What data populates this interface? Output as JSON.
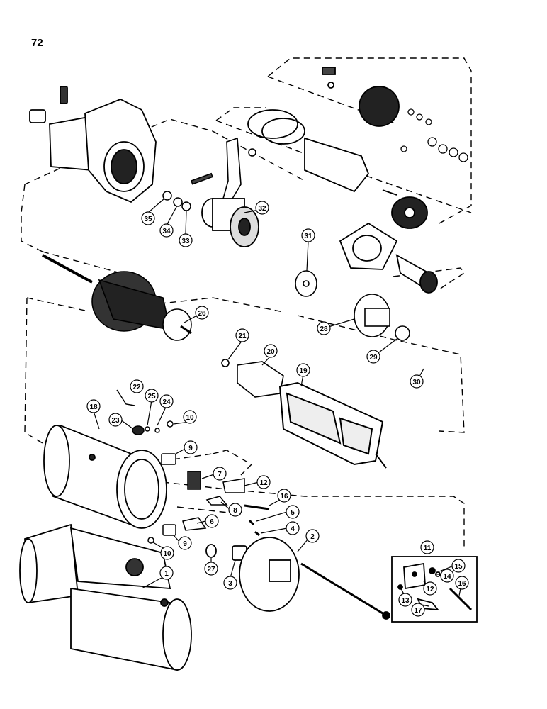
{
  "page": {
    "number": "72"
  },
  "callouts": {
    "c1": "1",
    "c2": "2",
    "c3": "3",
    "c4": "4",
    "c5": "5",
    "c6": "6",
    "c7": "7",
    "c8": "8",
    "c9a": "9",
    "c9b": "9",
    "c10a": "10",
    "c10b": "10",
    "c11": "11",
    "c12a": "12",
    "c12b": "12",
    "c13": "13",
    "c14": "14",
    "c15": "15",
    "c16a": "16",
    "c16b": "16",
    "c17": "17",
    "c18": "18",
    "c19": "19",
    "c20": "20",
    "c21": "21",
    "c22": "22",
    "c23": "23",
    "c24": "24",
    "c25": "25",
    "c26": "26",
    "c27": "27",
    "c28": "28",
    "c29": "29",
    "c30": "30",
    "c31": "31",
    "c32": "32",
    "c33": "33",
    "c34": "34",
    "c35": "35"
  }
}
